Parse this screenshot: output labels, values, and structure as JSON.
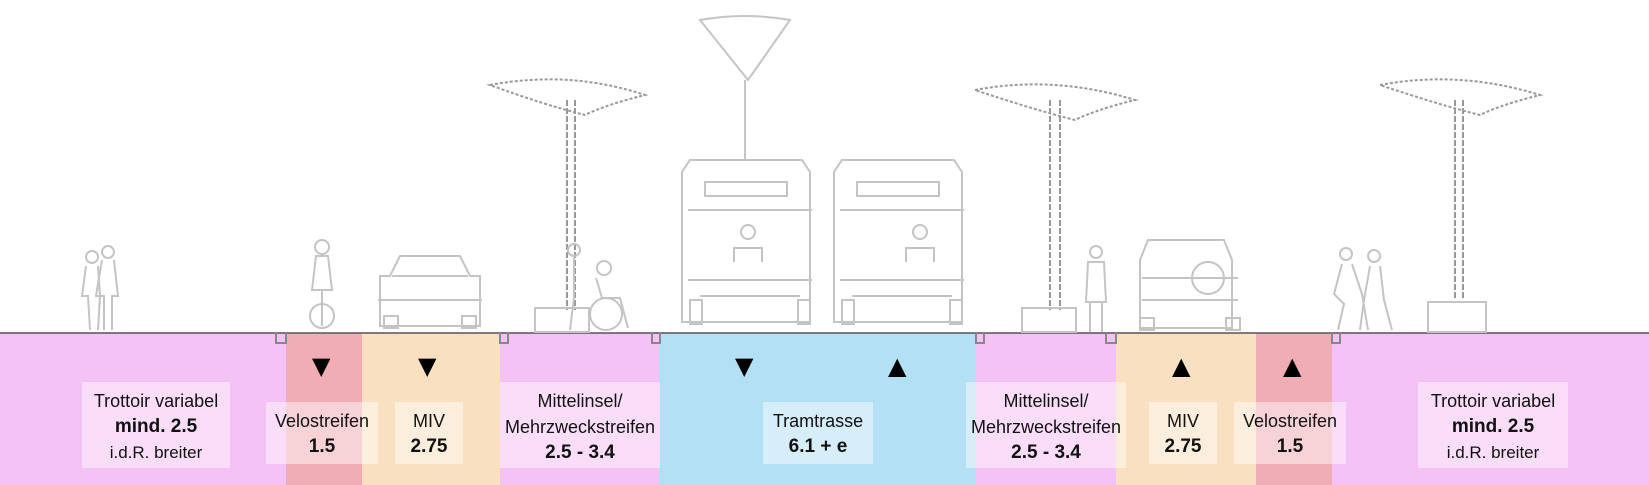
{
  "colors": {
    "sidewalk": "#f4c2f4",
    "bike": "#f0aeb4",
    "car": "#f9e0c0",
    "tram": "#b3e0f4",
    "outline": "#c8c8c8"
  },
  "icons": {
    "down": "down-arrow-icon",
    "up": "up-arrow-icon"
  },
  "zones": [
    {
      "id": "trottoir-left",
      "type": "sidewalk",
      "line1": "Trottoir variabel",
      "line2": "mind. 2.5",
      "line3": "i.d.R. breiter"
    },
    {
      "id": "velo-left",
      "type": "bike",
      "line1": "Velostreifen",
      "line2": "1.5",
      "direction": "down"
    },
    {
      "id": "miv-left",
      "type": "car",
      "line1": "MIV",
      "line2": "2.75",
      "direction": "down"
    },
    {
      "id": "mittelinsel-left",
      "type": "sidewalk",
      "line1": "Mittelinsel/",
      "line1b": "Mehrzweckstreifen",
      "line2": "2.5 - 3.4"
    },
    {
      "id": "tram",
      "type": "tram",
      "line1": "Tramtrasse",
      "line2": "6.1 + e",
      "direction_left": "down",
      "direction_right": "up"
    },
    {
      "id": "mittelinsel-right",
      "type": "sidewalk",
      "line1": "Mittelinsel/",
      "line1b": "Mehrzweckstreifen",
      "line2": "2.5 - 3.4"
    },
    {
      "id": "miv-right",
      "type": "car",
      "line1": "MIV",
      "line2": "2.75",
      "direction": "up"
    },
    {
      "id": "velo-right",
      "type": "bike",
      "line1": "Velostreifen",
      "line2": "1.5",
      "direction": "up"
    },
    {
      "id": "trottoir-right",
      "type": "sidewalk",
      "line1": "Trottoir variabel",
      "line2": "mind. 2.5",
      "line3": "i.d.R. breiter"
    }
  ],
  "arrows": {
    "down": "▼",
    "up": "▲"
  }
}
